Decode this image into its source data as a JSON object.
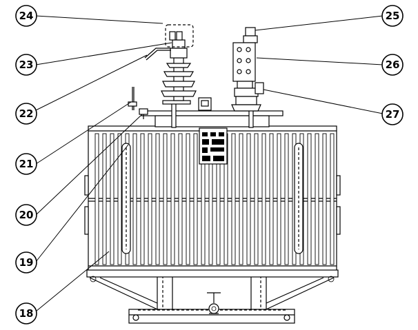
{
  "callouts": [
    {
      "id": "c24",
      "label": "24"
    },
    {
      "id": "c23",
      "label": "23"
    },
    {
      "id": "c22",
      "label": "22"
    },
    {
      "id": "c21",
      "label": "21"
    },
    {
      "id": "c20",
      "label": "20"
    },
    {
      "id": "c19",
      "label": "19"
    },
    {
      "id": "c18",
      "label": "18"
    },
    {
      "id": "c25",
      "label": "25"
    },
    {
      "id": "c26",
      "label": "26"
    },
    {
      "id": "c27",
      "label": "27"
    }
  ]
}
